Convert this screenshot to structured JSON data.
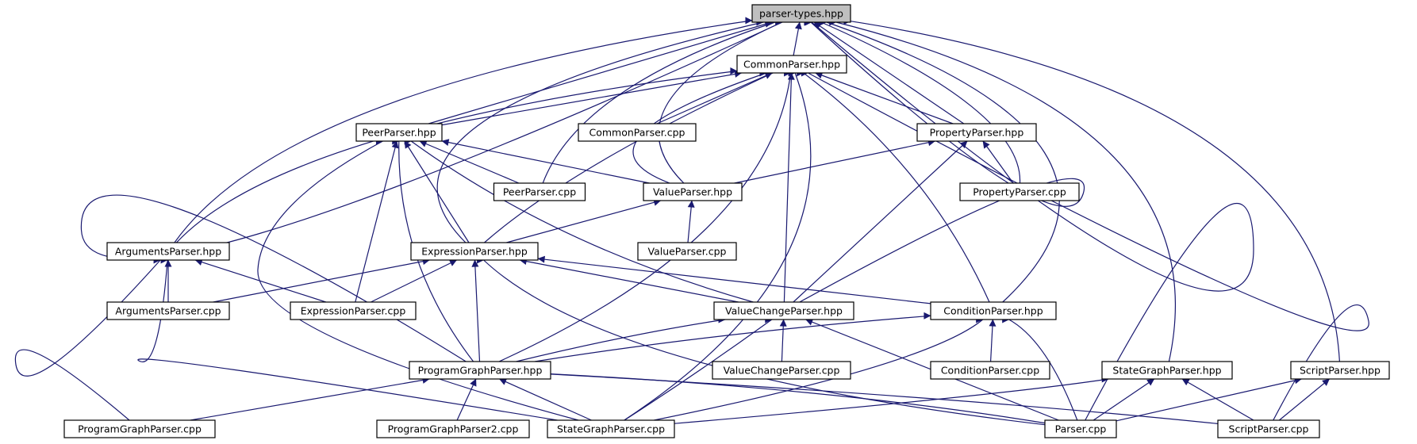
{
  "diagram": {
    "type": "include-dependency-graph",
    "edge_color": "#191970",
    "root_fill": "#bfbfbf",
    "node_fill": "#ffffff",
    "nodes": [
      {
        "id": "parser-types-hpp",
        "label": "parser-types.hpp",
        "root": true
      },
      {
        "id": "commonparser-hpp",
        "label": "CommonParser.hpp"
      },
      {
        "id": "peerparser-hpp",
        "label": "PeerParser.hpp"
      },
      {
        "id": "commonparser-cpp",
        "label": "CommonParser.cpp"
      },
      {
        "id": "propertyparser-hpp",
        "label": "PropertyParser.hpp"
      },
      {
        "id": "peerparser-cpp",
        "label": "PeerParser.cpp"
      },
      {
        "id": "valueparser-hpp",
        "label": "ValueParser.hpp"
      },
      {
        "id": "propertyparser-cpp",
        "label": "PropertyParser.cpp"
      },
      {
        "id": "argumentsparser-hpp",
        "label": "ArgumentsParser.hpp"
      },
      {
        "id": "expressionparser-hpp",
        "label": "ExpressionParser.hpp"
      },
      {
        "id": "valueparser-cpp",
        "label": "ValueParser.cpp"
      },
      {
        "id": "argumentsparser-cpp",
        "label": "ArgumentsParser.cpp"
      },
      {
        "id": "expressionparser-cpp",
        "label": "ExpressionParser.cpp"
      },
      {
        "id": "valuechangeparser-hpp",
        "label": "ValueChangeParser.hpp"
      },
      {
        "id": "conditionparser-hpp",
        "label": "ConditionParser.hpp"
      },
      {
        "id": "programgraphparser-hpp",
        "label": "ProgramGraphParser.hpp"
      },
      {
        "id": "valuechangeparser-cpp",
        "label": "ValueChangeParser.cpp"
      },
      {
        "id": "conditionparser-cpp",
        "label": "ConditionParser.cpp"
      },
      {
        "id": "stategraphparser-hpp",
        "label": "StateGraphParser.hpp"
      },
      {
        "id": "scriptparser-hpp",
        "label": "ScriptParser.hpp"
      },
      {
        "id": "programgraphparser-cpp",
        "label": "ProgramGraphParser.cpp"
      },
      {
        "id": "programgraphparser2-cpp",
        "label": "ProgramGraphParser2.cpp"
      },
      {
        "id": "stategraphparser-cpp",
        "label": "StateGraphParser.cpp"
      },
      {
        "id": "parser-cpp",
        "label": "Parser.cpp"
      },
      {
        "id": "scriptparser-cpp",
        "label": "ScriptParser.cpp"
      }
    ],
    "edges": [
      {
        "from": "commonparser-hpp",
        "to": "parser-types-hpp"
      },
      {
        "from": "peerparser-hpp",
        "to": "parser-types-hpp"
      },
      {
        "from": "propertyparser-hpp",
        "to": "parser-types-hpp"
      },
      {
        "from": "peerparser-cpp",
        "to": "parser-types-hpp"
      },
      {
        "from": "valueparser-hpp",
        "to": "parser-types-hpp"
      },
      {
        "from": "propertyparser-cpp",
        "to": "parser-types-hpp"
      },
      {
        "from": "argumentsparser-hpp",
        "to": "parser-types-hpp"
      },
      {
        "from": "expressionparser-hpp",
        "to": "parser-types-hpp"
      },
      {
        "from": "valuechangeparser-hpp",
        "to": "parser-types-hpp"
      },
      {
        "from": "conditionparser-hpp",
        "to": "parser-types-hpp"
      },
      {
        "from": "programgraphparser-hpp",
        "to": "parser-types-hpp"
      },
      {
        "from": "stategraphparser-hpp",
        "to": "parser-types-hpp"
      },
      {
        "from": "scriptparser-hpp",
        "to": "parser-types-hpp"
      },
      {
        "from": "parser-cpp",
        "to": "parser-types-hpp"
      },
      {
        "from": "commonparser-cpp",
        "to": "commonparser-hpp"
      },
      {
        "from": "peerparser-hpp",
        "to": "commonparser-hpp"
      },
      {
        "from": "propertyparser-hpp",
        "to": "commonparser-hpp"
      },
      {
        "from": "valueparser-hpp",
        "to": "commonparser-hpp"
      },
      {
        "from": "argumentsparser-hpp",
        "to": "commonparser-hpp"
      },
      {
        "from": "expressionparser-hpp",
        "to": "commonparser-hpp"
      },
      {
        "from": "valuechangeparser-hpp",
        "to": "commonparser-hpp"
      },
      {
        "from": "conditionparser-hpp",
        "to": "commonparser-hpp"
      },
      {
        "from": "programgraphparser-hpp",
        "to": "commonparser-hpp"
      },
      {
        "from": "stategraphparser-cpp",
        "to": "commonparser-hpp"
      },
      {
        "from": "scriptparser-cpp",
        "to": "commonparser-hpp"
      },
      {
        "from": "peerparser-cpp",
        "to": "peerparser-hpp"
      },
      {
        "from": "valueparser-hpp",
        "to": "peerparser-hpp"
      },
      {
        "from": "expressionparser-hpp",
        "to": "peerparser-hpp"
      },
      {
        "from": "valuechangeparser-hpp",
        "to": "peerparser-hpp"
      },
      {
        "from": "expressionparser-cpp",
        "to": "peerparser-hpp"
      },
      {
        "from": "programgraphparser-hpp",
        "to": "peerparser-hpp"
      },
      {
        "from": "stategraphparser-cpp",
        "to": "peerparser-hpp"
      },
      {
        "from": "valueparser-hpp",
        "to": "propertyparser-hpp"
      },
      {
        "from": "propertyparser-cpp",
        "to": "propertyparser-hpp"
      },
      {
        "from": "valuechangeparser-hpp",
        "to": "propertyparser-hpp"
      },
      {
        "from": "valueparser-cpp",
        "to": "valueparser-hpp"
      },
      {
        "from": "expressionparser-hpp",
        "to": "valueparser-hpp"
      },
      {
        "from": "argumentsparser-cpp",
        "to": "argumentsparser-hpp"
      },
      {
        "from": "expressionparser-cpp",
        "to": "argumentsparser-hpp"
      },
      {
        "from": "programgraphparser-cpp",
        "to": "argumentsparser-hpp"
      },
      {
        "from": "stategraphparser-cpp",
        "to": "argumentsparser-hpp"
      },
      {
        "from": "argumentsparser-cpp",
        "to": "expressionparser-hpp"
      },
      {
        "from": "expressionparser-cpp",
        "to": "expressionparser-hpp"
      },
      {
        "from": "valuechangeparser-hpp",
        "to": "expressionparser-hpp"
      },
      {
        "from": "conditionparser-hpp",
        "to": "expressionparser-hpp"
      },
      {
        "from": "programgraphparser-hpp",
        "to": "expressionparser-hpp"
      },
      {
        "from": "parser-cpp",
        "to": "expressionparser-hpp"
      },
      {
        "from": "programgraphparser-hpp",
        "to": "valuechangeparser-hpp"
      },
      {
        "from": "valuechangeparser-cpp",
        "to": "valuechangeparser-hpp"
      },
      {
        "from": "stategraphparser-cpp",
        "to": "valuechangeparser-hpp"
      },
      {
        "from": "parser-cpp",
        "to": "valuechangeparser-hpp"
      },
      {
        "from": "programgraphparser-hpp",
        "to": "conditionparser-hpp"
      },
      {
        "from": "conditionparser-cpp",
        "to": "conditionparser-hpp"
      },
      {
        "from": "stategraphparser-cpp",
        "to": "conditionparser-hpp"
      },
      {
        "from": "parser-cpp",
        "to": "conditionparser-hpp"
      },
      {
        "from": "programgraphparser-cpp",
        "to": "programgraphparser-hpp"
      },
      {
        "from": "programgraphparser2-cpp",
        "to": "programgraphparser-hpp"
      },
      {
        "from": "stategraphparser-cpp",
        "to": "programgraphparser-hpp"
      },
      {
        "from": "parser-cpp",
        "to": "programgraphparser-hpp"
      },
      {
        "from": "scriptparser-cpp",
        "to": "programgraphparser-hpp"
      },
      {
        "from": "stategraphparser-cpp",
        "to": "stategraphparser-hpp"
      },
      {
        "from": "parser-cpp",
        "to": "stategraphparser-hpp"
      },
      {
        "from": "scriptparser-cpp",
        "to": "stategraphparser-hpp"
      },
      {
        "from": "parser-cpp",
        "to": "scriptparser-hpp"
      },
      {
        "from": "scriptparser-cpp",
        "to": "scriptparser-hpp"
      }
    ]
  }
}
